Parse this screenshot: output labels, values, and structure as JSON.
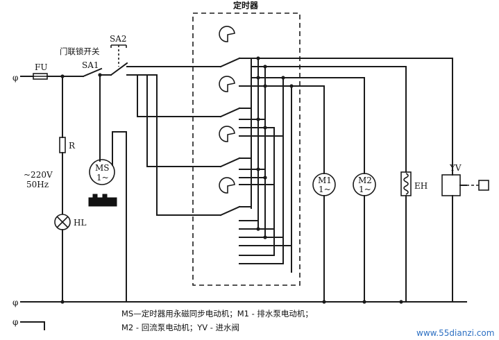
{
  "labels": {
    "timer_box": "定时器",
    "door_switch": "门联锁开关",
    "sa1": "SA1",
    "sa2": "SA2",
    "fuse": "FU",
    "resistor": "R",
    "voltage": "~220V",
    "frequency": "50Hz",
    "lamp": "HL",
    "ms_top": "MS",
    "ms_bottom": "1~",
    "m1_top": "M1",
    "m1_bottom": "1~",
    "m2_top": "M2",
    "m2_bottom": "1~",
    "heater": "EH",
    "valve": "YV",
    "terminal_top": "φ",
    "terminal_bottom": "φ",
    "terminal_ground": "φ"
  },
  "caption": {
    "line1": "MS—定时器用永磁同步电动机；M1 - 排水泵电动机；",
    "line2": "M2 - 回流泵电动机；YV - 进水阀"
  },
  "watermark": "www.55dianzi.com"
}
